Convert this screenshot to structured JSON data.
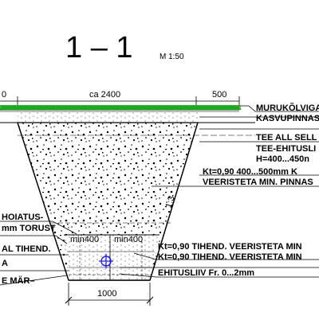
{
  "section": {
    "title": "1 – 1",
    "scale": "M 1:50"
  },
  "dimensions": {
    "left": "0",
    "top": "ca 2400",
    "right": "500",
    "bottom": "1000",
    "min_left": "min400",
    "min_right": "min400",
    "slope": "1:3"
  },
  "labels": {
    "right": [
      "MURUKÕLVIGA",
      "KASVUPINNAS",
      "TEE ALL SELL",
      "TEE-EHITUSLI",
      "H=400...450n",
      "Kt=0,90  400...500mm  K",
      "VEERISTETA  MIN.  PINNAS",
      "Kt=0,90  TIHEND.  VEERISTETA  MIN",
      "Kt=0,90  TIHEND.  VEERISTETA  MIN",
      "EHITUSLIIV  Fr.  0...2mm"
    ],
    "left": [
      "HOIATUS-",
      "mm  TORUST",
      "AL  TIHEND.",
      "A",
      "E  MÄR–"
    ]
  },
  "colors": {
    "grass": "#22c022",
    "line": "#000000",
    "marker": "#1a1aff"
  }
}
